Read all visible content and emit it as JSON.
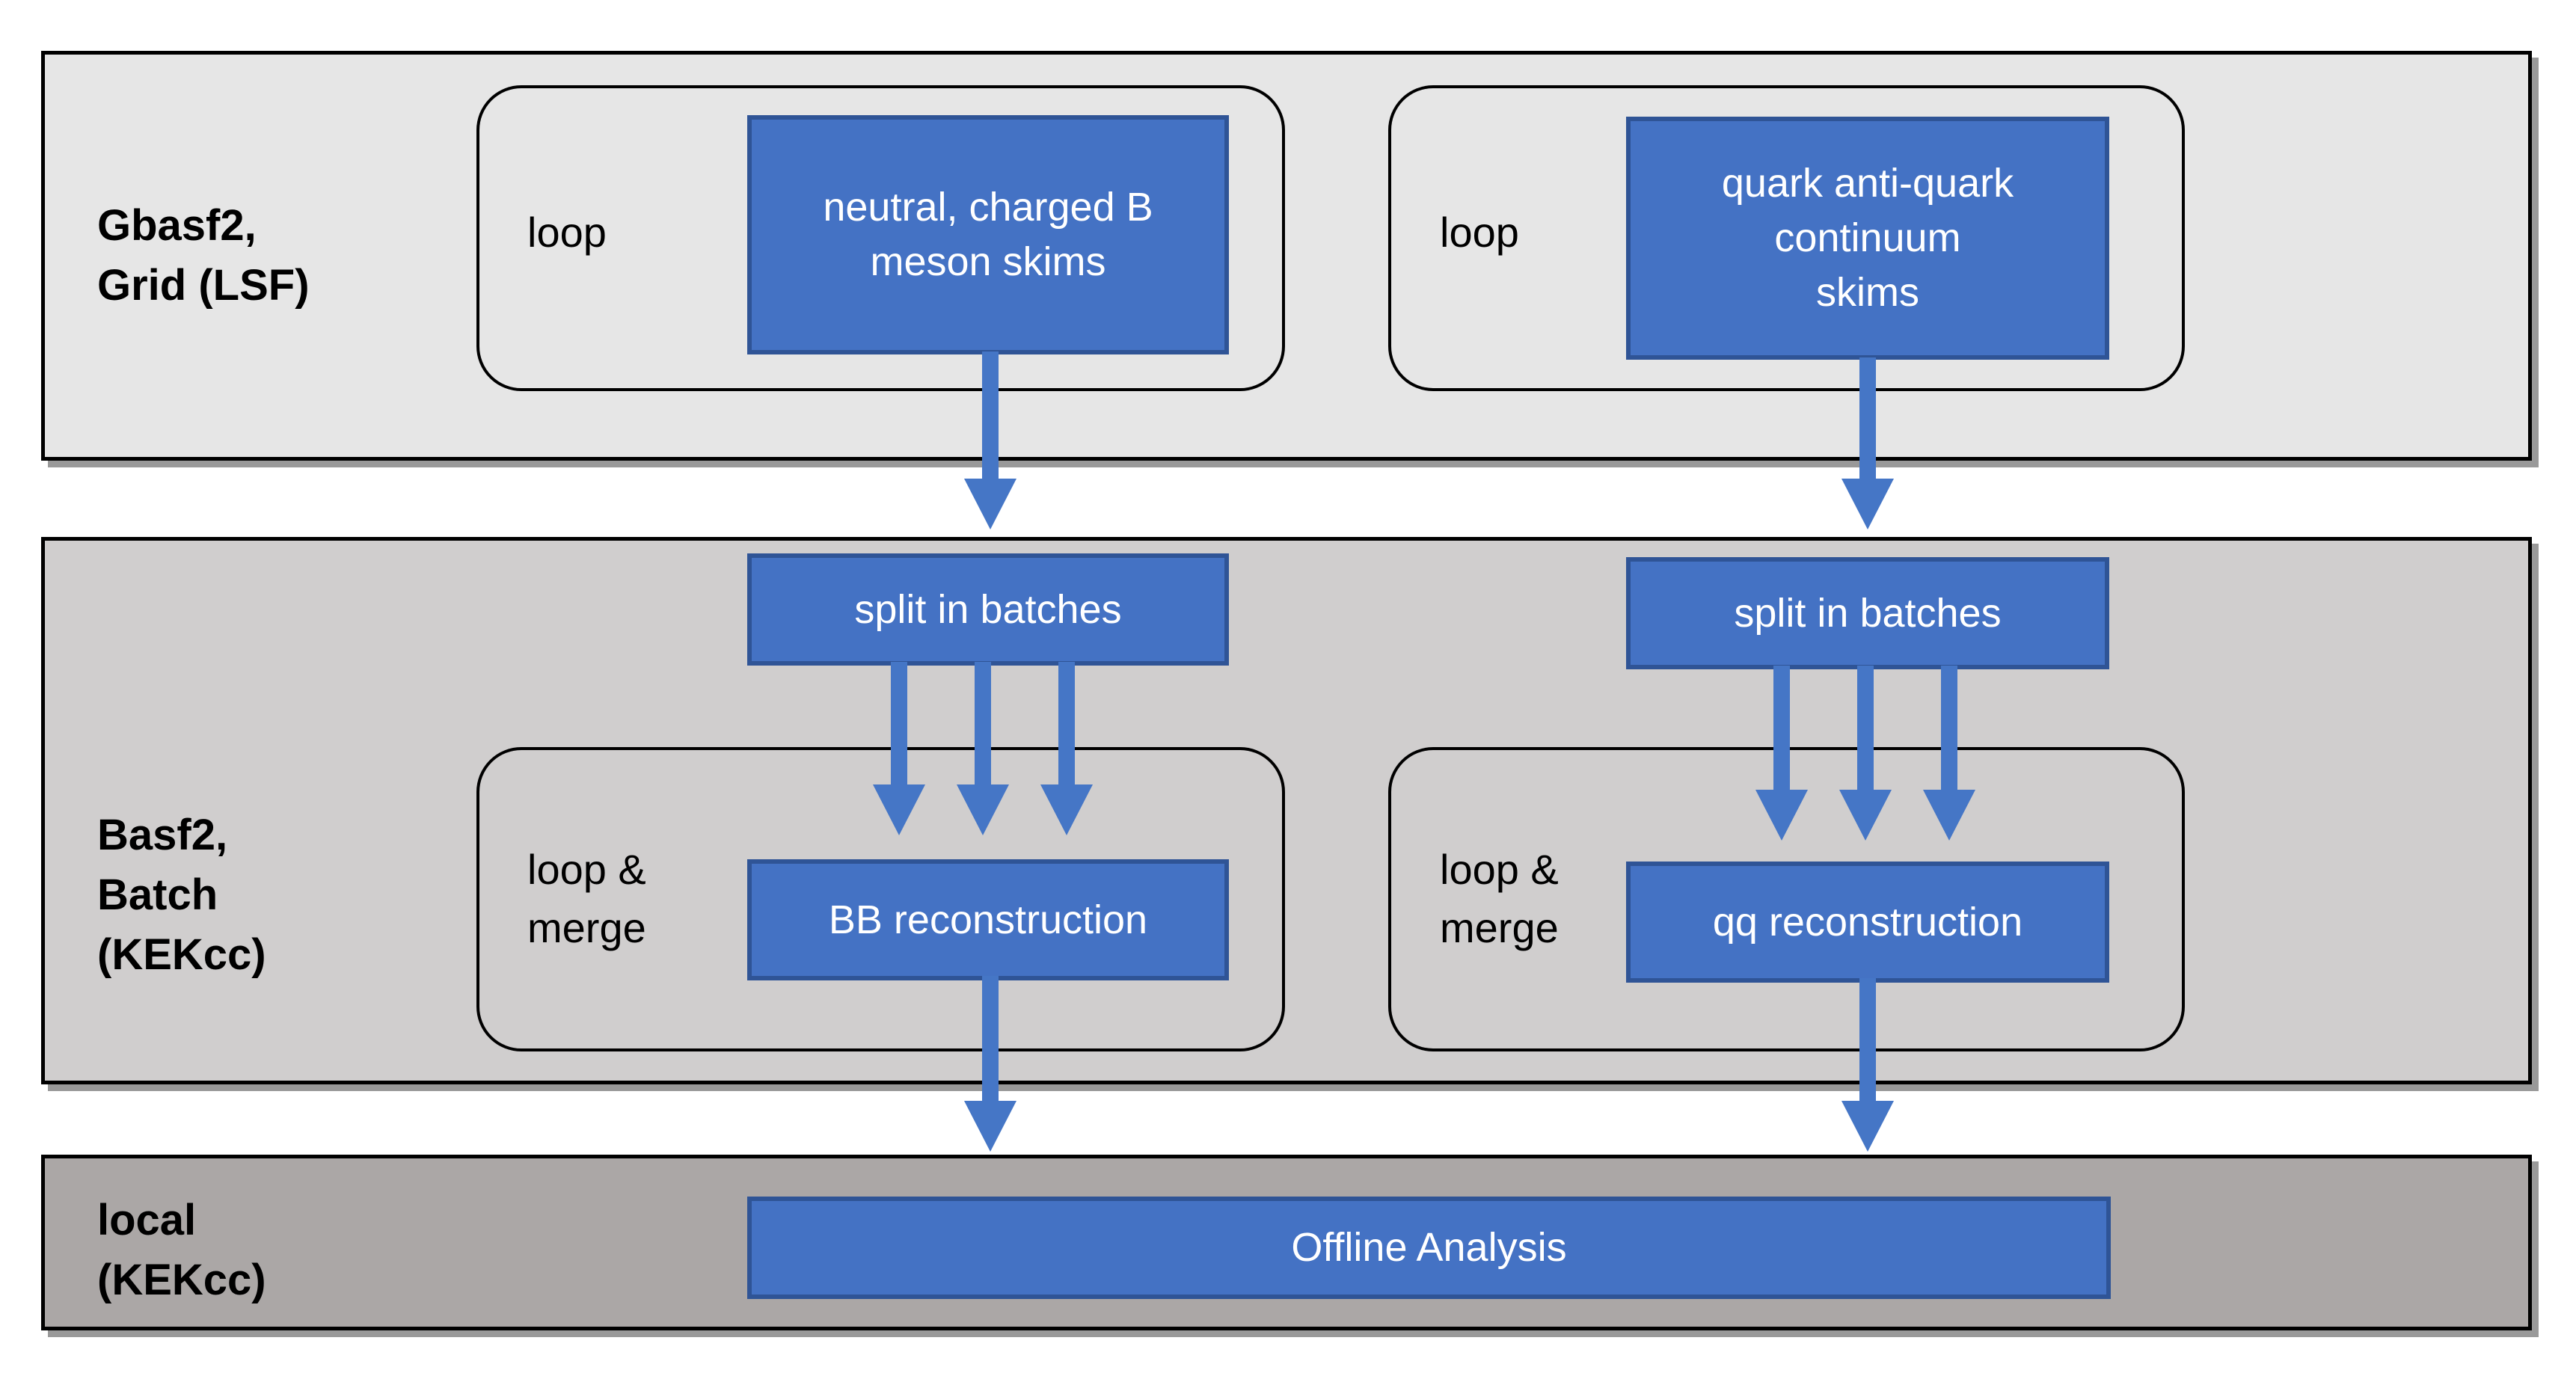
{
  "bands": {
    "grid": {
      "label_line1": "Gbasf2,",
      "label_line2": "Grid (LSF)"
    },
    "batch": {
      "label_line1": "Basf2,",
      "label_line2": "Batch",
      "label_line3": "(KEKcc)"
    },
    "local": {
      "label_line1": "local",
      "label_line2": "(KEKcc)"
    }
  },
  "loop_groups": {
    "b_loop": {
      "label": "loop"
    },
    "q_loop": {
      "label": "loop"
    },
    "b_loop_merge": {
      "label_line1": "loop &",
      "label_line2": "merge"
    },
    "q_loop_merge": {
      "label_line1": "loop &",
      "label_line2": "merge"
    }
  },
  "nodes": {
    "b_skims": {
      "label_line1": "neutral, charged B",
      "label_line2": "meson skims"
    },
    "q_skims": {
      "label_line1": "quark anti-quark",
      "label_line2": "continuum",
      "label_line3": "skims"
    },
    "b_split": {
      "label": "split in batches"
    },
    "q_split": {
      "label": "split in batches"
    },
    "b_reco": {
      "label": "BB reconstruction"
    },
    "q_reco": {
      "label": "qq reconstruction"
    },
    "offline": {
      "label": "Offline Analysis"
    }
  },
  "colors": {
    "node_fill": "#4472c4",
    "node_border": "#2f5496",
    "node_text": "#ffffff",
    "arrow_fill": "#4576c6",
    "band_grid_fill": "#e6e6e6",
    "band_batch_fill": "#d0cece",
    "band_local_fill": "#aba7a6",
    "band_border": "#000000",
    "group_border": "#000000",
    "label_text": "#000000"
  }
}
